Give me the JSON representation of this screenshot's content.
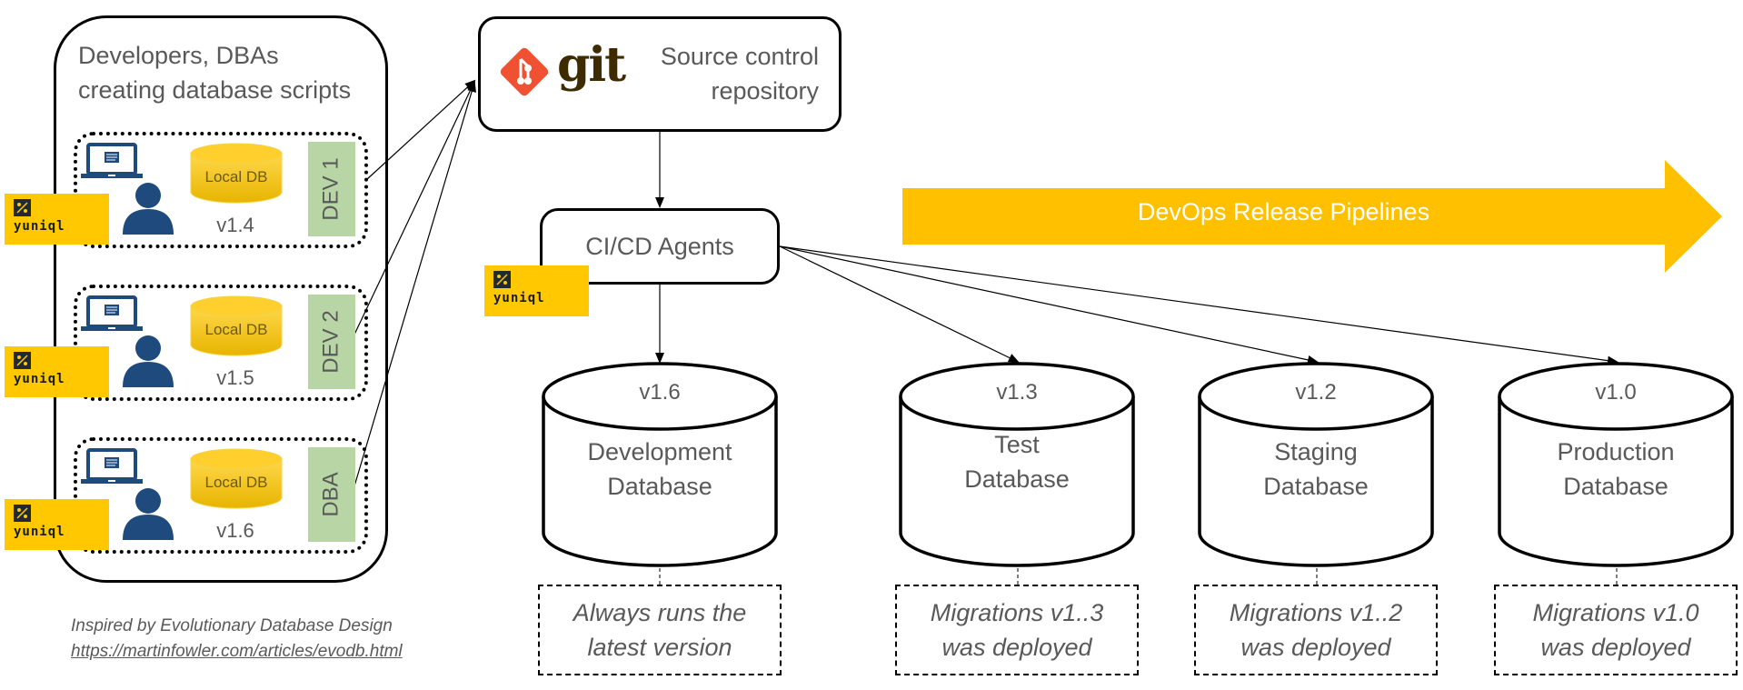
{
  "developers_panel": {
    "title_line1": "Developers, DBAs",
    "title_line2": "creating database scripts",
    "workstations": [
      {
        "role": "DEV 1",
        "db_label": "Local DB",
        "version": "v1.4",
        "tool": "yuniql"
      },
      {
        "role": "DEV 2",
        "db_label": "Local DB",
        "version": "v1.5",
        "tool": "yuniql"
      },
      {
        "role": "DBA",
        "db_label": "Local DB",
        "version": "v1.6",
        "tool": "yuniql"
      }
    ]
  },
  "source_control": {
    "logo_text": "git",
    "label_line1": "Source control",
    "label_line2": "repository"
  },
  "cicd": {
    "label": "CI/CD Agents",
    "tool": "yuniql"
  },
  "pipeline": {
    "label": "DevOps Release Pipelines",
    "color": "#FFC000"
  },
  "databases": [
    {
      "version": "v1.6",
      "name_line1": "Development",
      "name_line2": "Database",
      "note_line1": "Always runs the",
      "note_line2": "latest version"
    },
    {
      "version": "v1.3",
      "name_line1": "Test",
      "name_line2": "Database",
      "note_line1": "Migrations v1..3",
      "note_line2": "was deployed"
    },
    {
      "version": "v1.2",
      "name_line1": "Staging",
      "name_line2": "Database",
      "note_line1": "Migrations v1..2",
      "note_line2": "was deployed"
    },
    {
      "version": "v1.0",
      "name_line1": "Production",
      "name_line2": "Database",
      "note_line1": "Migrations v1.0",
      "note_line2": "was deployed"
    }
  ],
  "caption": {
    "line1": "Inspired by Evolutionary Database Design",
    "link": "https://martinfowler.com/articles/evodb.html"
  },
  "colors": {
    "yuniql_badge": "#FFC800",
    "role_green": "#B8D6A5",
    "user_navy": "#1F4A7E",
    "git_orange": "#F05133",
    "git_brown": "#3E2C00"
  }
}
